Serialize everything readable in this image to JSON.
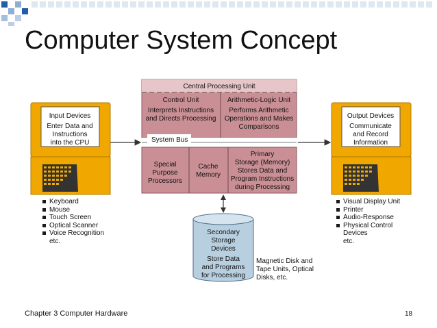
{
  "slide": {
    "title": "Computer System Concept",
    "footer_left": "Chapter 3 Computer Hardware",
    "page_number": "18",
    "accent_color": "#f0a800",
    "deco_color": "#1f5ea8"
  },
  "cpu": {
    "header": "Central Processing Unit",
    "control_unit": {
      "title": "Control Unit",
      "line1": "Interprets Instructions",
      "line2": "and Directs Processing"
    },
    "alu": {
      "title": "Arithmetic-Logic Unit",
      "line1": "Performs Arithmetic",
      "line2": "Operations and Makes",
      "line3": "Comparisons"
    },
    "system_bus": "System Bus",
    "special": {
      "line1": "Special",
      "line2": "Purpose",
      "line3": "Processors"
    },
    "cache": {
      "line1": "Cache",
      "line2": "Memory"
    },
    "primary": {
      "line1": "Primary",
      "line2": "Storage (Memory)",
      "line3": "Stores Data and",
      "line4": "Program Instructions",
      "line5": "during Processing"
    },
    "fill_color": "#c98f95",
    "header_color": "#d9b0b3"
  },
  "input": {
    "line1": "Input Devices",
    "line2": "Enter Data and",
    "line3": "Instructions",
    "line4": "into the CPU",
    "list": [
      "Keyboard",
      "Mouse",
      "Touch Screen",
      "Optical Scanner",
      "Voice Recognition"
    ],
    "list_cont": "etc."
  },
  "output": {
    "line1": "Output Devices",
    "line2": "Communicate",
    "line3": "and Record",
    "line4": "Information",
    "list": [
      "Visual Display Unit",
      "Printer",
      "Audio-Response",
      "Physical Control"
    ],
    "list_cont1": "Devices",
    "list_cont2": "etc."
  },
  "secondary": {
    "line1": "Secondary",
    "line2": "Storage",
    "line3": "Devices",
    "line4": "Store Data",
    "line5": "and Programs",
    "line6": "for Processing",
    "fill_color": "#b8cfe0",
    "caption1": "Magnetic Disk and",
    "caption2": "Tape Units, Optical",
    "caption3": "Disks, etc."
  }
}
